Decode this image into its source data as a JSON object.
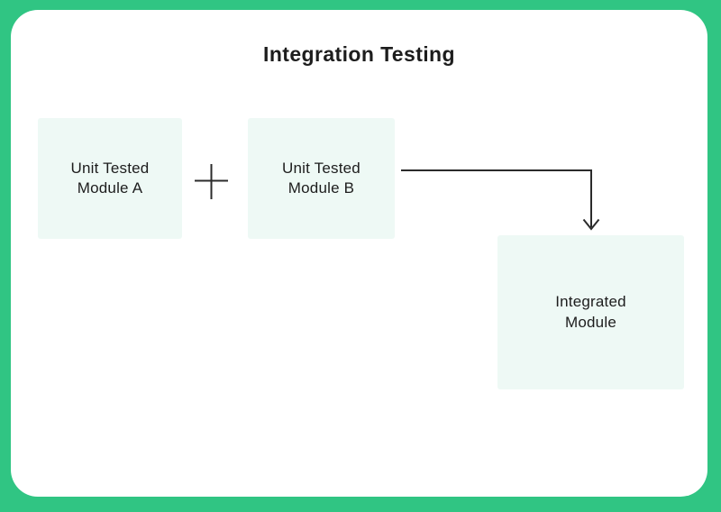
{
  "colors": {
    "frame-green": "#30c583",
    "card-bg": "#ffffff",
    "box-bg": "#eef9f5",
    "text": "#1d1d1d",
    "line": "#2b2b2b"
  },
  "header": {
    "title": "Integration Testing"
  },
  "diagram": {
    "module_a_label": "Unit Tested\nModule A",
    "module_b_label": "Unit Tested\nModule B",
    "integrated_label": "Integrated\nModule",
    "icons": {
      "operator": "plus-icon",
      "connector": "arrow-right-down-icon"
    }
  }
}
